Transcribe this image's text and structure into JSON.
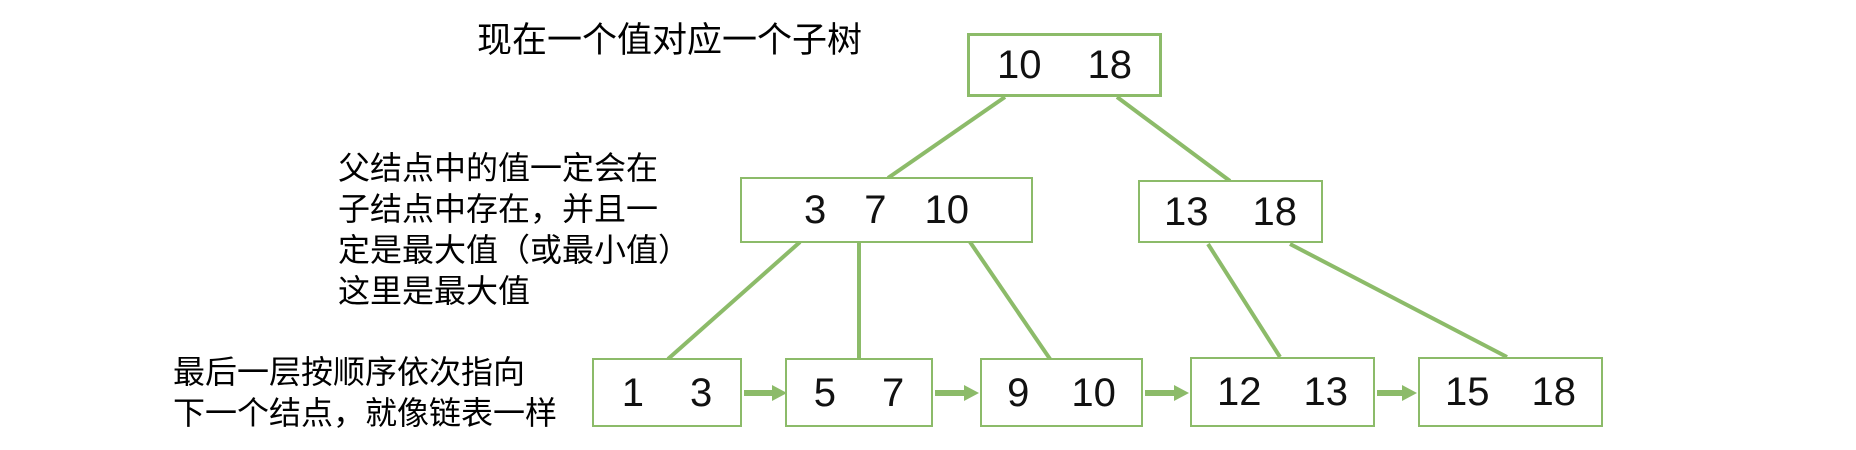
{
  "colors": {
    "green": "#8CBB69",
    "text": "#000000"
  },
  "annotations": {
    "top_note": "现在一个值对应一个子树",
    "parent_note": {
      "line1": "父结点中的值一定会在",
      "line2": "子结点中存在，并且一",
      "line3": "定是最大值（或最小值）",
      "line4": "这里是最大值"
    },
    "leaf_note": {
      "line1": "最后一层按顺序依次指向",
      "line2": "下一个结点，就像链表一样"
    }
  },
  "tree": {
    "root": {
      "values": [
        "10",
        "18"
      ]
    },
    "internal": [
      {
        "values": [
          "3",
          "7",
          "10"
        ]
      },
      {
        "values": [
          "13",
          "18"
        ]
      }
    ],
    "leaves": [
      {
        "values": [
          "1",
          "3"
        ]
      },
      {
        "values": [
          "5",
          "7"
        ]
      },
      {
        "values": [
          "9",
          "10"
        ]
      },
      {
        "values": [
          "12",
          "13"
        ]
      },
      {
        "values": [
          "15",
          "18"
        ]
      }
    ]
  }
}
